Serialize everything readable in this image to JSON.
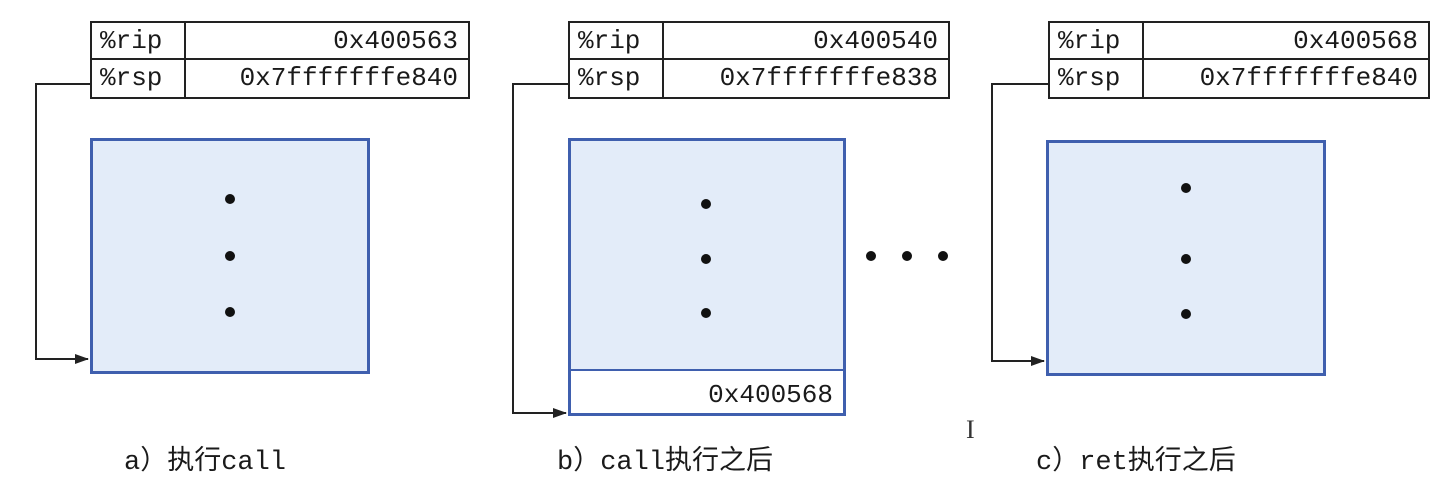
{
  "panels": [
    {
      "rip_label": "%rip",
      "rip_value": "0x400563",
      "rsp_label": "%rsp",
      "rsp_value": "0x7fffffffe840",
      "caption": "a）执行call"
    },
    {
      "rip_label": "%rip",
      "rip_value": "0x400540",
      "rsp_label": "%rsp",
      "rsp_value": "0x7fffffffe838",
      "pushed_value": "0x400568",
      "caption": "b）call执行之后"
    },
    {
      "rip_label": "%rip",
      "rip_value": "0x400568",
      "rsp_label": "%rsp",
      "rsp_value": "0x7fffffffe840",
      "caption": "c）ret执行之后"
    }
  ],
  "colors": {
    "stack_border": "#3f5fae",
    "stack_fill": "#e3ecf9",
    "line": "#222222"
  }
}
